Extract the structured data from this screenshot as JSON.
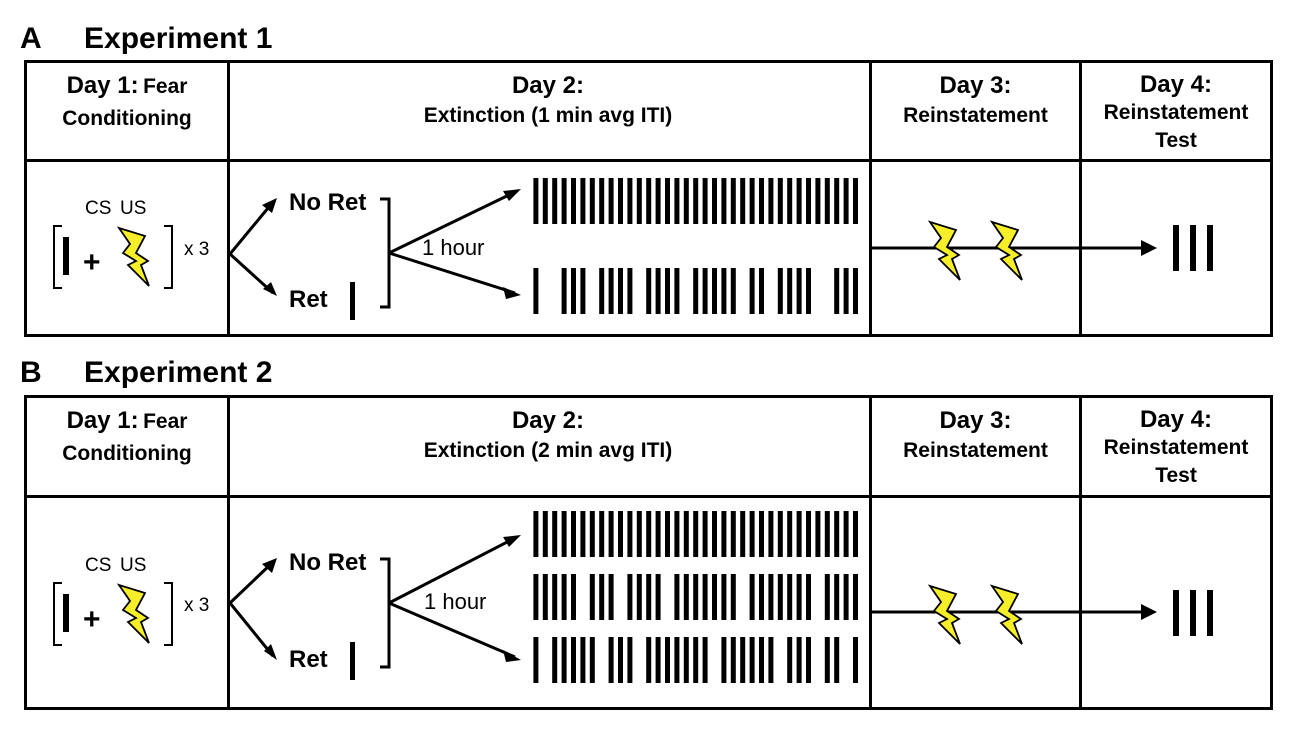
{
  "colors": {
    "bolt_fill": "#f7ee2a",
    "stroke": "#000000"
  },
  "icons": {
    "shock": "lightning-bolt-icon"
  },
  "panels": [
    {
      "letter": "A",
      "title": "Experiment 1",
      "day1": {
        "day": "Day 1:",
        "rest": "Fear",
        "line2": "Conditioning"
      },
      "day2": {
        "day": "Day 2:",
        "line2": "Extinction (1 min avg ITI)"
      },
      "day3": {
        "day": "Day 3:",
        "line2": "Reinstatement"
      },
      "day4": {
        "day": "Day 4:",
        "line2": "Reinstatement",
        "line3": "Test"
      },
      "cs_label": "CS",
      "us_label": "US",
      "plus": "+",
      "repeat": "x 3",
      "noret": "No Ret",
      "ret": "Ret",
      "interval": "1 hour",
      "extinction_rows": [
        [
          0,
          1,
          1,
          1,
          1,
          1,
          1,
          1,
          1,
          1,
          1,
          1,
          1,
          1,
          1,
          1,
          1,
          1,
          1,
          1,
          1,
          1,
          1,
          1,
          1,
          1,
          1,
          1,
          1,
          1,
          1,
          1,
          1,
          1,
          1,
          1
        ],
        [
          0,
          1,
          0,
          0,
          1,
          1,
          1,
          0,
          1,
          1,
          1,
          1,
          0,
          1,
          1,
          1,
          1,
          0,
          1,
          1,
          1,
          1,
          1,
          0,
          1,
          1,
          0,
          1,
          1,
          1,
          1,
          0,
          0,
          1,
          1,
          1
        ]
      ],
      "test_trials": 3
    },
    {
      "letter": "B",
      "title": "Experiment 2",
      "day1": {
        "day": "Day 1:",
        "rest": "Fear",
        "line2": "Conditioning"
      },
      "day2": {
        "day": "Day 2:",
        "line2": "Extinction (2 min avg ITI)"
      },
      "day3": {
        "day": "Day 3:",
        "line2": "Reinstatement"
      },
      "day4": {
        "day": "Day 4:",
        "line2": "Reinstatement",
        "line3": "Test"
      },
      "cs_label": "CS",
      "us_label": "US",
      "plus": "+",
      "repeat": "x 3",
      "noret": "No Ret",
      "ret": "Ret",
      "interval": "1 hour",
      "extinction_rows": [
        [
          0,
          1,
          1,
          1,
          1,
          1,
          1,
          1,
          1,
          1,
          1,
          1,
          1,
          1,
          1,
          1,
          1,
          1,
          1,
          1,
          1,
          1,
          1,
          1,
          1,
          1,
          1,
          1,
          1,
          1,
          1,
          1,
          1,
          1,
          1,
          1
        ],
        [
          0,
          1,
          1,
          1,
          1,
          1,
          0,
          1,
          1,
          1,
          0,
          1,
          1,
          1,
          1,
          0,
          1,
          1,
          1,
          1,
          1,
          1,
          1,
          0,
          1,
          1,
          1,
          1,
          1,
          1,
          1,
          0,
          1,
          1,
          1,
          1
        ],
        [
          0,
          1,
          0,
          1,
          1,
          1,
          1,
          1,
          0,
          1,
          1,
          1,
          0,
          1,
          1,
          1,
          1,
          1,
          1,
          1,
          0,
          1,
          1,
          1,
          1,
          1,
          1,
          0,
          1,
          1,
          1,
          0,
          1,
          1,
          0,
          1
        ]
      ],
      "test_trials": 3
    }
  ]
}
